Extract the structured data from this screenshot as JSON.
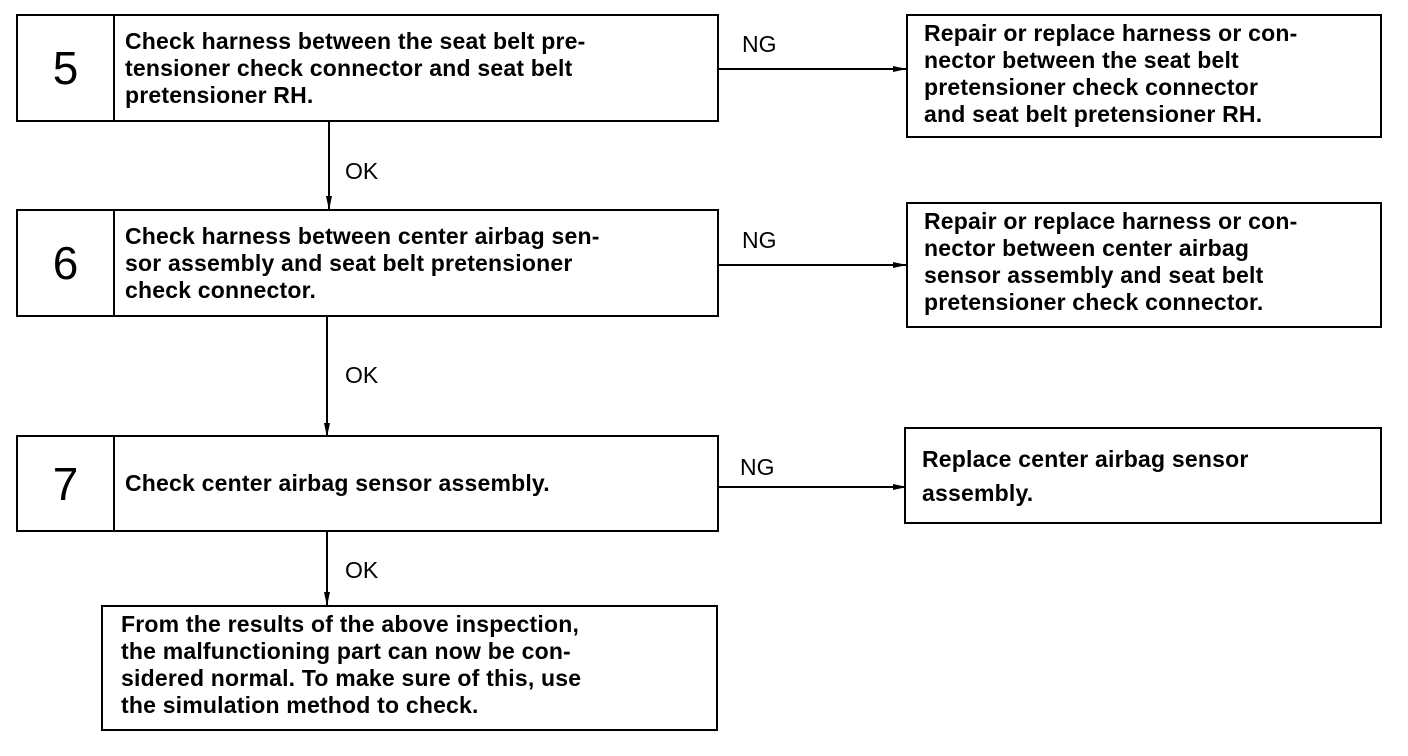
{
  "steps": [
    {
      "number": "5",
      "text": "Check harness between the seat belt pretensioner check connector and seat belt pretensioner RH.",
      "text_html_lines": [
        "Check harness between the seat belt pre-",
        "tensioner check connector and seat belt",
        "pretensioner RH."
      ],
      "ng_label": "NG",
      "ok_label": "OK",
      "ng_result": [
        "Repair or replace harness or con-",
        "nector between the seat belt",
        "pretensioner check connector",
        "and seat belt pretensioner RH."
      ]
    },
    {
      "number": "6",
      "text_html_lines": [
        "Check harness between center airbag sen-",
        "sor assembly and seat belt pretensioner",
        "check connector."
      ],
      "ng_label": "NG",
      "ok_label": "OK",
      "ng_result": [
        "Repair or replace harness or con-",
        "nector between center airbag",
        "sensor assembly and seat belt",
        "pretensioner check connector."
      ]
    },
    {
      "number": "7",
      "text_html_lines": [
        "Check center airbag sensor assembly."
      ],
      "ng_label": "NG",
      "ok_label": "OK",
      "ng_result": [
        "Replace center airbag sensor",
        "assembly."
      ]
    }
  ],
  "final": [
    "From the results of the above inspection,",
    "the malfunctioning part can now be con-",
    "sidered normal. To make sure of this, use",
    "the simulation method to check."
  ]
}
